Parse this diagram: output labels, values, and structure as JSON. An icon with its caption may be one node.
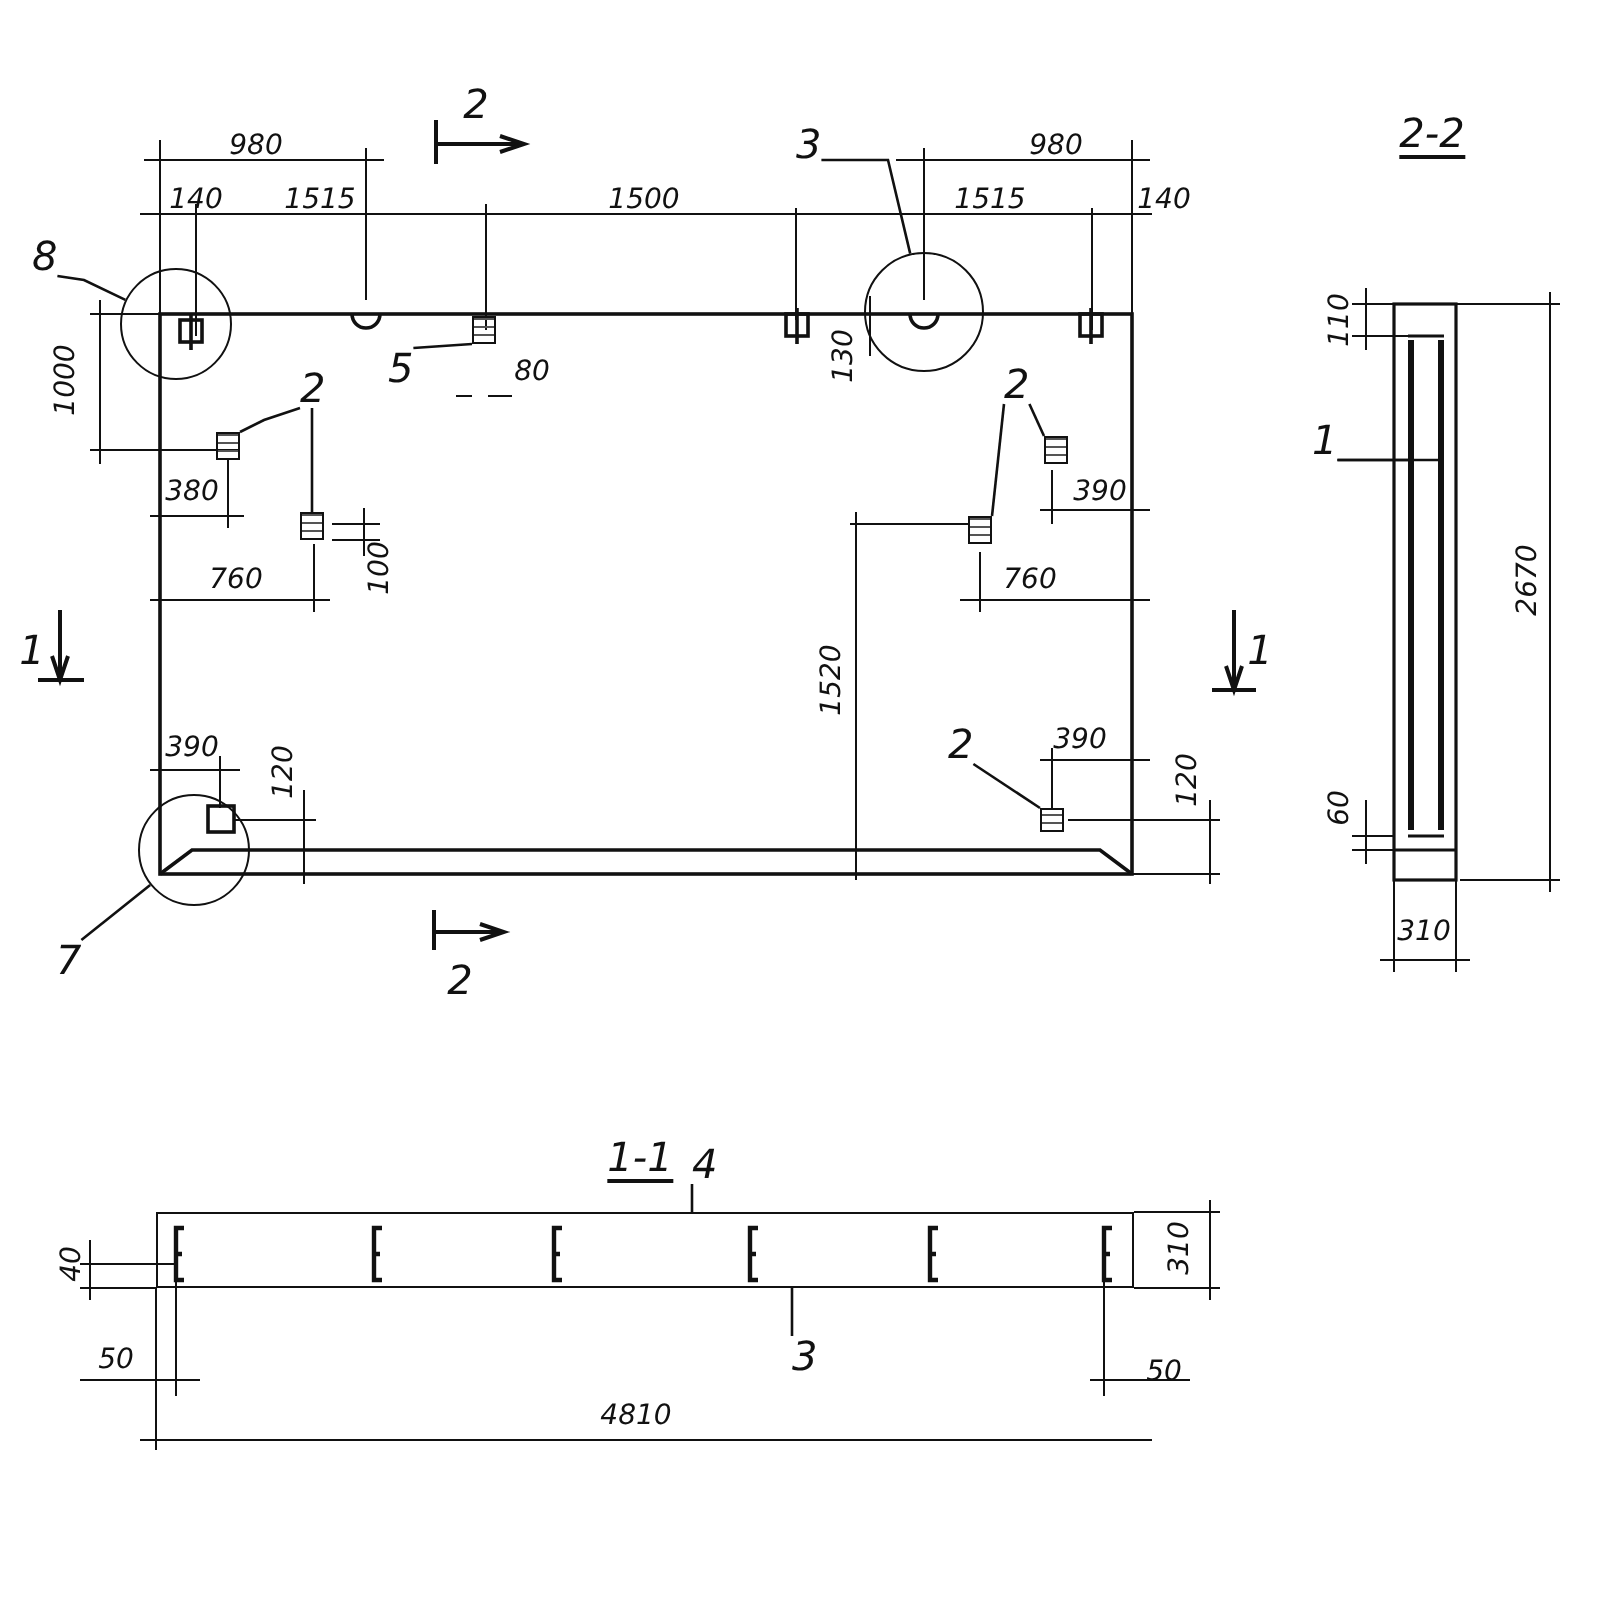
{
  "diagram": {
    "nodes": [
      {
        "text": [
          "8"
        ]
      },
      {
        "text": [],
        "shape": "circle"
      },
      {
        "text": [
          "5"
        ]
      },
      {
        "text": [],
        "shape": "box"
      },
      {
        "text": [
          "3"
        ]
      },
      {
        "text": [],
        "shape": "circle"
      },
      {
        "text": [
          "2"
        ]
      },
      {
        "text": [],
        "shape": "box"
      },
      {
        "text": [],
        "shape": "box"
      },
      {
        "text": [
          "2"
        ]
      },
      {
        "text": [],
        "shape": "box"
      },
      {
        "text": [],
        "shape": "box"
      },
      {
        "text": [
          "2"
        ]
      },
      {
        "text": [],
        "shape": "box"
      },
      {
        "text": [
          "7"
        ]
      },
      {
        "text": [],
        "shape": "circle"
      },
      {
        "text": [
          "1"
        ]
      },
      {
        "text": [],
        "shape": "bar"
      },
      {
        "text": [],
        "shape": "bar"
      },
      {
        "text": [
          "4"
        ]
      },
      {
        "text": [],
        "shape": "box"
      },
      {
        "text": [
          "3"
        ]
      }
    ],
    "edges": [
      {
        "from": 0,
        "to": 1,
        "arrow": "none"
      },
      {
        "from": 2,
        "to": 3,
        "arrow": "none"
      },
      {
        "from": 4,
        "to": 5,
        "arrow": "none"
      },
      {
        "from": 6,
        "to": 7,
        "arrow": "none"
      },
      {
        "from": 6,
        "to": 8,
        "arrow": "none"
      },
      {
        "from": 9,
        "to": 10,
        "arrow": "none"
      },
      {
        "from": 9,
        "to": 11,
        "arrow": "none"
      },
      {
        "from": 12,
        "to": 13,
        "arrow": "none"
      },
      {
        "from": 14,
        "to": 15,
        "arrow": "none"
      },
      {
        "from": 16,
        "to": 17,
        "arrow": "none"
      },
      {
        "from": 16,
        "to": 18,
        "arrow": "none"
      },
      {
        "from": 19,
        "to": 20,
        "arrow": "none"
      },
      {
        "from": 21,
        "to": 20,
        "arrow": "none"
      }
    ],
    "labels": [
      "980",
      "2",
      "980",
      "2-2",
      "140",
      "1515",
      "1500",
      "1515",
      "140",
      "110",
      "1000",
      "80",
      "130",
      "380",
      "390",
      "760",
      "760",
      "100",
      "2670",
      "1",
      "1520",
      "1",
      "390",
      "390",
      "120",
      "120",
      "60",
      "2",
      "310",
      "1-1",
      "40",
      "310",
      "50",
      "50",
      "4810"
    ]
  }
}
